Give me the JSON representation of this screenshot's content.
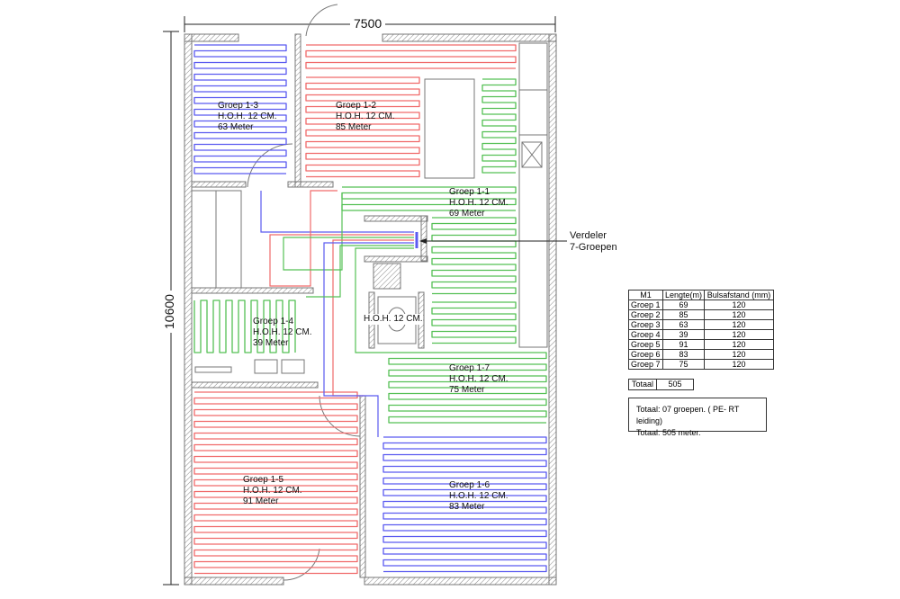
{
  "dimensions": {
    "width_label": "7500",
    "height_label": "10600"
  },
  "colors": {
    "blue": "#5b5bf0",
    "red": "#f06a6a",
    "green": "#55c055",
    "wall": "#777777"
  },
  "groups": [
    {
      "id": "1-3",
      "name": "Groep 1-3",
      "spacing": "H.O.H. 12 CM.",
      "length": "63 Meter",
      "color": "blue"
    },
    {
      "id": "1-2",
      "name": "Groep 1-2",
      "spacing": "H.O.H. 12 CM.",
      "length": "85 Meter",
      "color": "red"
    },
    {
      "id": "1-1",
      "name": "Groep 1-1",
      "spacing": "H.O.H. 12 CM.",
      "length": "69 Meter",
      "color": "green"
    },
    {
      "id": "1-4",
      "name": "Groep 1-4",
      "spacing": "H.O.H. 12 CM.",
      "length": "39 Meter",
      "color": "green"
    },
    {
      "id": "1-7",
      "name": "Groep 1-7",
      "spacing": "H.O.H. 12 CM.",
      "length": "75 Meter",
      "color": "green"
    },
    {
      "id": "1-5",
      "name": "Groep 1-5",
      "spacing": "H.O.H. 12 CM.",
      "length": "91 Meter",
      "color": "red"
    },
    {
      "id": "1-6",
      "name": "Groep 1-6",
      "spacing": "H.O.H. 12 CM.",
      "length": "83 Meter",
      "color": "blue"
    }
  ],
  "toilet_label": "H.O.H. 12 CM.",
  "manifold": {
    "line1": "Verdeler",
    "line2": "7-Groepen"
  },
  "table": {
    "headers": [
      "M1",
      "Lengte(m)",
      "Bulsafstand (mm)"
    ],
    "rows": [
      [
        "Groep 1",
        "69",
        "120"
      ],
      [
        "Groep 2",
        "85",
        "120"
      ],
      [
        "Groep 3",
        "63",
        "120"
      ],
      [
        "Groep 4",
        "39",
        "120"
      ],
      [
        "Groep 5",
        "91",
        "120"
      ],
      [
        "Groep 6",
        "83",
        "120"
      ],
      [
        "Groep 7",
        "75",
        "120"
      ]
    ],
    "total_label": "Totaal",
    "total_value": "505"
  },
  "notes": [
    "Totaal: 07 groepen. ( PE- RT leiding)",
    "Totaal: 505 meter."
  ]
}
